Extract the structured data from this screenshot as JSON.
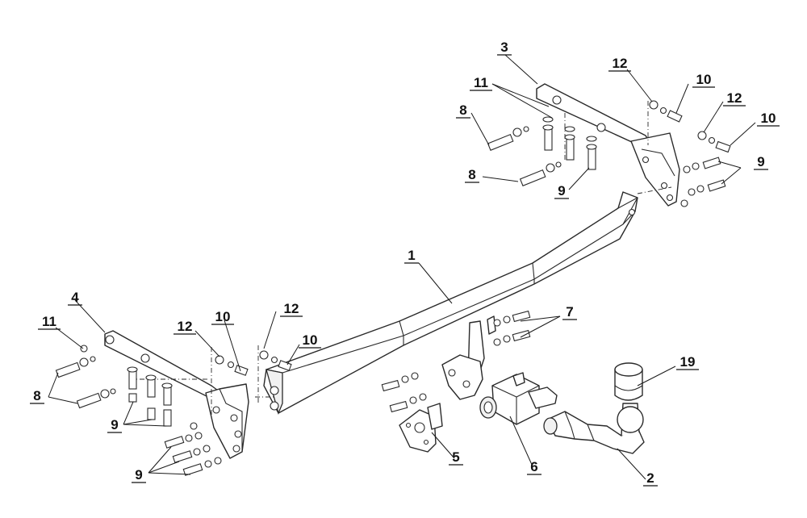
{
  "callouts": [
    {
      "id": "1",
      "text": "1"
    },
    {
      "id": "2",
      "text": "2"
    },
    {
      "id": "3",
      "text": "3"
    },
    {
      "id": "4",
      "text": "4"
    },
    {
      "id": "5",
      "text": "5"
    },
    {
      "id": "6",
      "text": "6"
    },
    {
      "id": "7",
      "text": "7"
    },
    {
      "id": "8a",
      "text": "8"
    },
    {
      "id": "8b",
      "text": "8"
    },
    {
      "id": "8c",
      "text": "8"
    },
    {
      "id": "9a",
      "text": "9"
    },
    {
      "id": "9b",
      "text": "9"
    },
    {
      "id": "9c",
      "text": "9"
    },
    {
      "id": "9d",
      "text": "9"
    },
    {
      "id": "10a",
      "text": "10"
    },
    {
      "id": "10b",
      "text": "10"
    },
    {
      "id": "10c",
      "text": "10"
    },
    {
      "id": "10d",
      "text": "10"
    },
    {
      "id": "11a",
      "text": "11"
    },
    {
      "id": "11b",
      "text": "11"
    },
    {
      "id": "12a",
      "text": "12"
    },
    {
      "id": "12b",
      "text": "12"
    },
    {
      "id": "12c",
      "text": "12"
    },
    {
      "id": "12d",
      "text": "12"
    },
    {
      "id": "19",
      "text": "19"
    }
  ]
}
